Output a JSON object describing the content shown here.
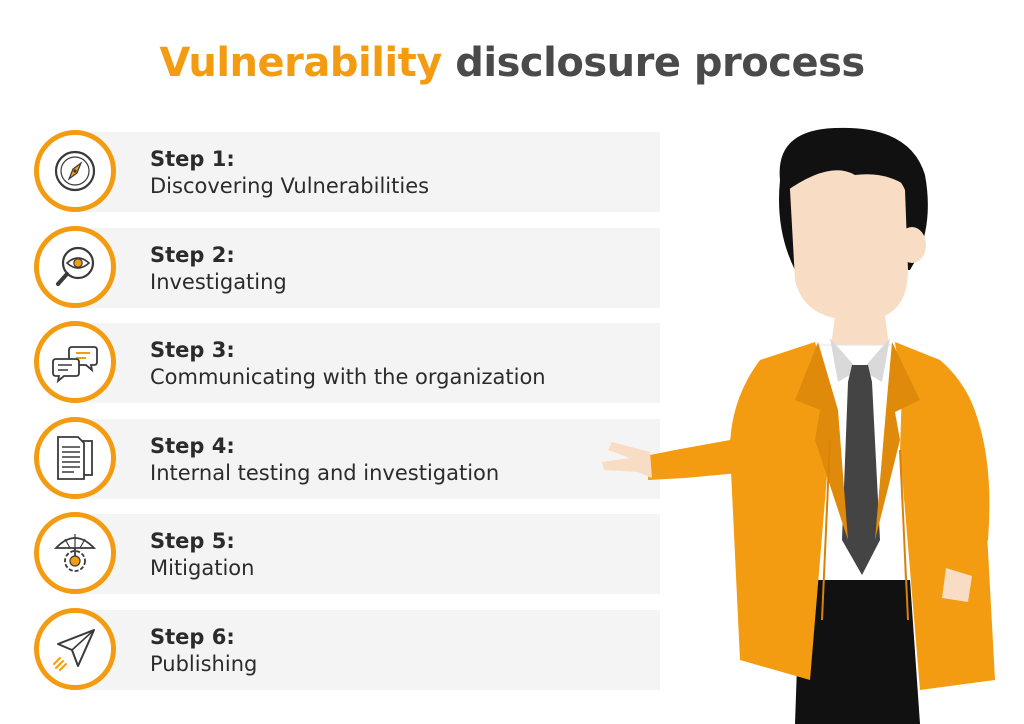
{
  "title": {
    "accent": "Vulnerability",
    "rest": "disclosure process"
  },
  "colors": {
    "accent": "#f39c12",
    "text": "#4a4a4a",
    "bar": "#f4f4f4"
  },
  "steps": [
    {
      "num": "Step 1:",
      "desc": "Discovering Vulnerabilities",
      "icon": "compass-icon"
    },
    {
      "num": "Step 2:",
      "desc": "Investigating",
      "icon": "magnifier-eye-icon"
    },
    {
      "num": "Step 3:",
      "desc": "Communicating with the organization",
      "icon": "chat-bubbles-icon"
    },
    {
      "num": "Step 4:",
      "desc": "Internal testing and investigation",
      "icon": "document-icon"
    },
    {
      "num": "Step 5:",
      "desc": "Mitigation",
      "icon": "shield-gear-icon"
    },
    {
      "num": "Step 6:",
      "desc": "Publishing",
      "icon": "paper-plane-icon"
    }
  ]
}
